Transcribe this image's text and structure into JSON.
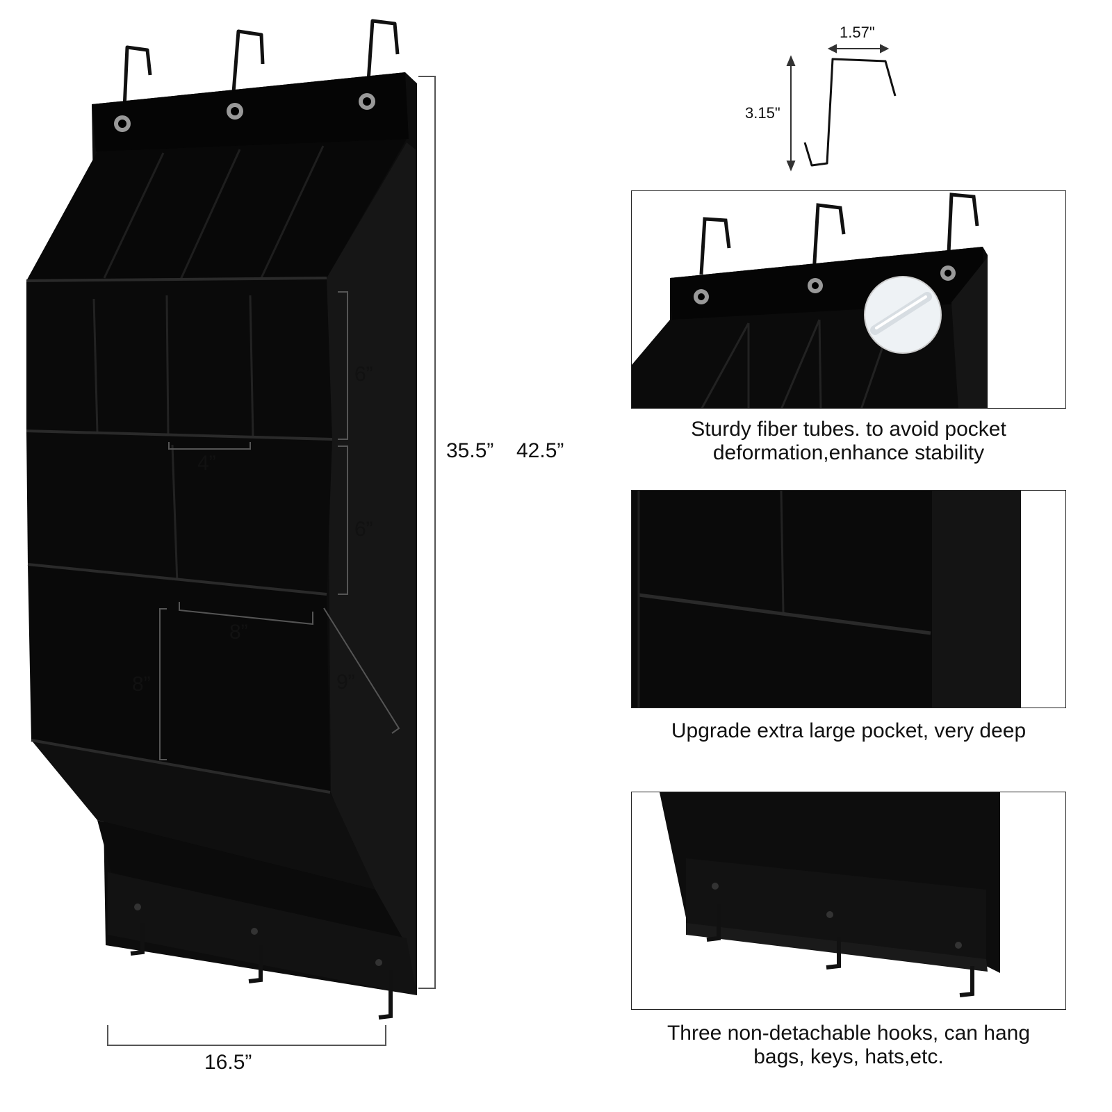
{
  "main_product": {
    "dimensions": {
      "tall_pocket_height": "6”",
      "mid_pocket_height": "6”",
      "small_pocket_width": "4”",
      "mid_pocket_width": "8”",
      "large_pocket_height": "8”",
      "large_pocket_depth": "9”",
      "body_height": "35.5”",
      "total_height": "42.5”",
      "width": "16.5”"
    }
  },
  "hook_detail": {
    "width": "1.57\"",
    "height": "3.15\""
  },
  "features": [
    {
      "caption": "Sturdy fiber tubes. to avoid pocket\ndeformation,enhance stability"
    },
    {
      "caption": "Upgrade extra large pocket, very deep"
    },
    {
      "caption": "Three non-detachable hooks, can hang\nbags, keys, hats,etc."
    }
  ],
  "colors": {
    "fabric": "#0b0b0b",
    "background": "#ffffff",
    "line": "#222222"
  }
}
